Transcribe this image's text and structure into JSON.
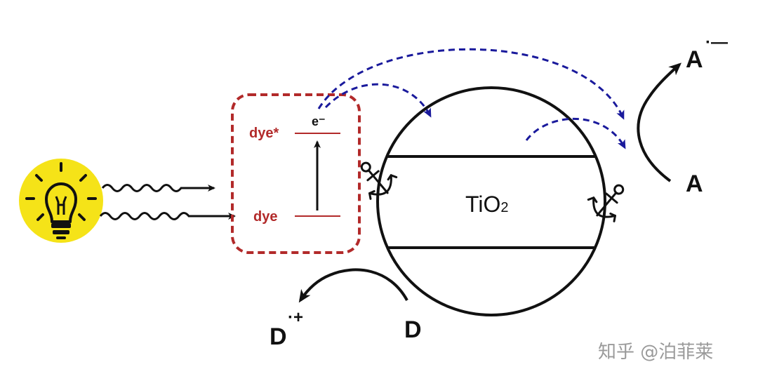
{
  "diagram": {
    "dye_box": {
      "excited_label": "dye*",
      "ground_label": "dye",
      "electron_label": "e⁻"
    },
    "semiconductor": {
      "label_main": "TiO",
      "label_sub": "2"
    },
    "acceptor": {
      "label": "A",
      "product_label": "A",
      "product_charge": "·—"
    },
    "donor": {
      "label": "D",
      "product_label": "D",
      "product_charge": "·+"
    },
    "light_source": {
      "icon": "lightbulb-icon"
    },
    "anchor": {
      "icon": "anchor-icon"
    }
  },
  "colors": {
    "dye_box": "#b22a2a",
    "electron_path": "#1a1a9c",
    "bulb_background": "#f5e318",
    "stroke": "#111111"
  },
  "watermark": "知乎 @泊菲莱"
}
